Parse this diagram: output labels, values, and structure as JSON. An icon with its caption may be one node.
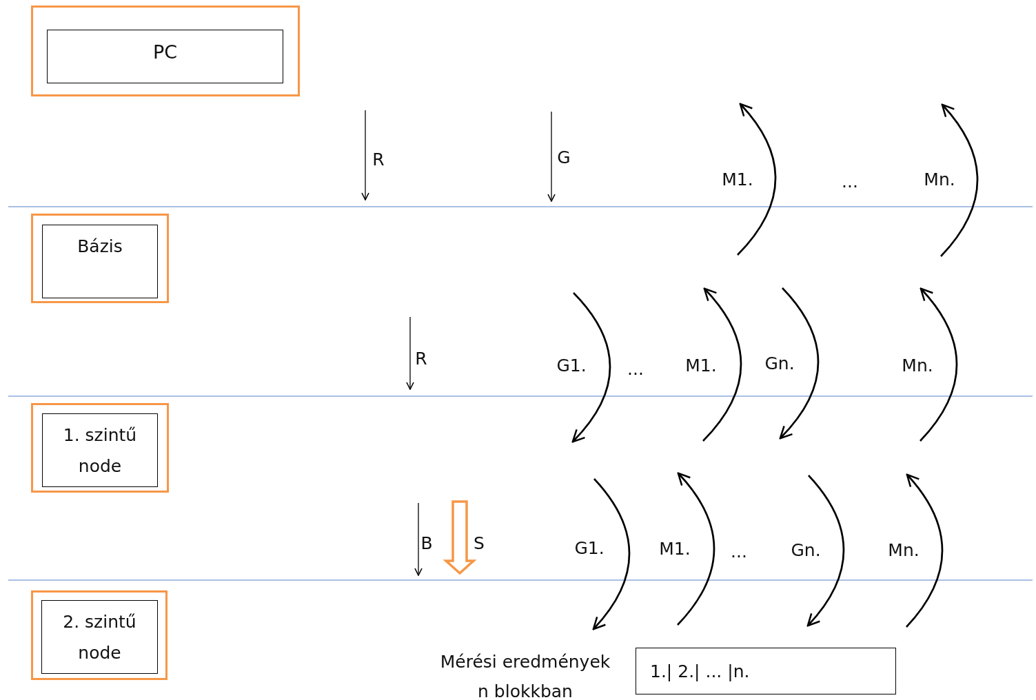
{
  "diagram": {
    "nodes": [
      {
        "text": [],
        "shape": "box"
      },
      {
        "text": [
          "PC"
        ],
        "in": 0
      },
      {
        "text": [],
        "shape": "box"
      },
      {
        "text": [
          "Bázis"
        ],
        "in": 2
      },
      {
        "text": [],
        "shape": "box"
      },
      {
        "text": [
          "1. szintű node"
        ],
        "in": 4
      },
      {
        "text": [],
        "shape": "box"
      },
      {
        "text": [
          "2. szintű node"
        ],
        "in": 6
      },
      {
        "text": [
          "1.| 2.| ... |n."
        ]
      }
    ],
    "edges": [],
    "labels": [
      "R",
      "G",
      "M1.",
      "...",
      "Mn.",
      "R",
      "G1.",
      "...",
      "M1.",
      "Gn.",
      "Mn.",
      "B",
      "S",
      "G1.",
      "M1.",
      "...",
      "Gn.",
      "Mn.",
      "Mérési eredmények n blokkban"
    ]
  }
}
